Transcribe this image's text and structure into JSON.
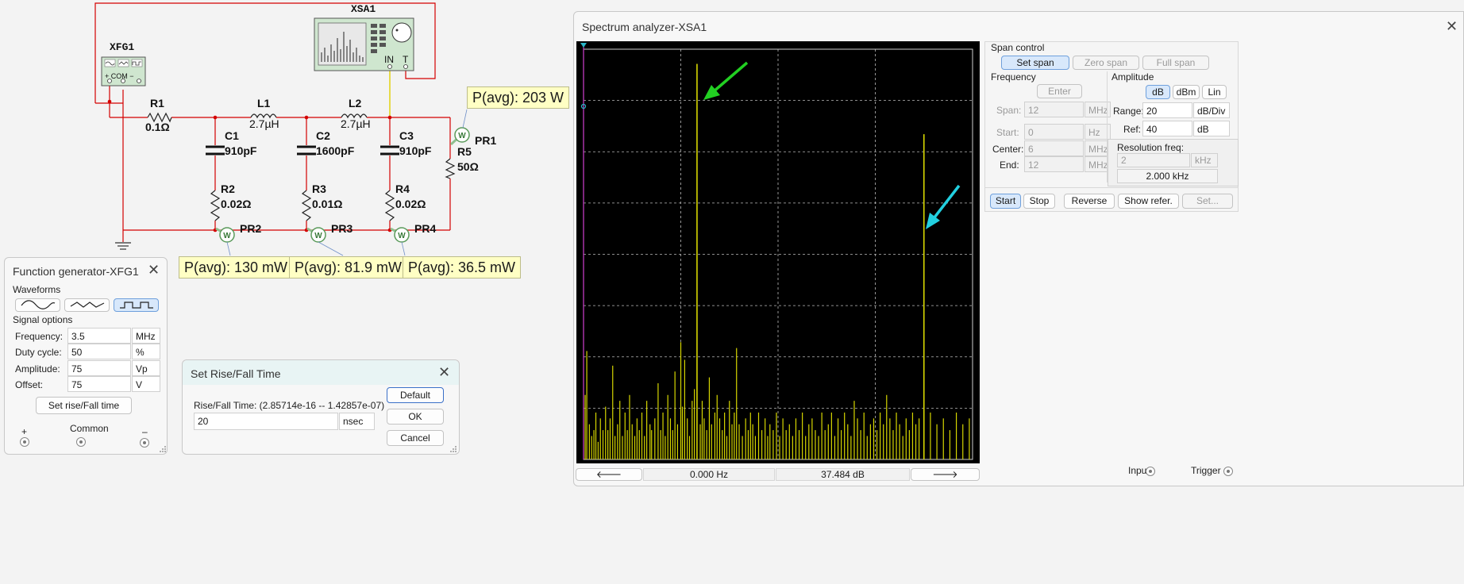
{
  "schematic": {
    "xfg_label": "XFG1",
    "xsa_label": "XSA1",
    "xfg_terminals": "+ COM −",
    "xsa_in": "IN",
    "xsa_t": "T",
    "components": [
      {
        "name": "R1",
        "value": "0.1Ω"
      },
      {
        "name": "L1",
        "value": "2.7µH"
      },
      {
        "name": "L2",
        "value": "2.7µH"
      },
      {
        "name": "C1",
        "value": "910pF"
      },
      {
        "name": "C2",
        "value": "1600pF"
      },
      {
        "name": "C3",
        "value": "910pF"
      },
      {
        "name": "R5",
        "value": "50Ω"
      },
      {
        "name": "R2",
        "value": "0.02Ω"
      },
      {
        "name": "R3",
        "value": "0.01Ω"
      },
      {
        "name": "R4",
        "value": "0.02Ω"
      }
    ],
    "probes": [
      {
        "name": "PR1",
        "reading": "P(avg): 203 W"
      },
      {
        "name": "PR2",
        "reading": "P(avg): 130 mW"
      },
      {
        "name": "PR3",
        "reading": "P(avg): 81.9 mW"
      },
      {
        "name": "PR4",
        "reading": "P(avg): 36.5 mW"
      }
    ],
    "probe_icon": "W"
  },
  "function_generator": {
    "title": "Function generator-XFG1",
    "waveforms_label": "Waveforms",
    "waveforms": [
      {
        "icon": "sine-wave-icon",
        "selected": false
      },
      {
        "icon": "triangle-wave-icon",
        "selected": false
      },
      {
        "icon": "square-wave-icon",
        "selected": true
      }
    ],
    "signal_options_label": "Signal options",
    "fields": [
      {
        "label": "Frequency:",
        "value": "3.5",
        "unit": "MHz"
      },
      {
        "label": "Duty cycle:",
        "value": "50",
        "unit": "%"
      },
      {
        "label": "Amplitude:",
        "value": "75",
        "unit": "Vp"
      },
      {
        "label": "Offset:",
        "value": "75",
        "unit": "V"
      }
    ],
    "rise_fall_button": "Set rise/Fall time",
    "terminals": {
      "plus": "+",
      "common": "Common",
      "minus": "–"
    }
  },
  "rise_fall_dialog": {
    "title": "Set Rise/Fall Time",
    "range_text": "Rise/Fall Time: (2.85714e-16 -- 1.42857e-07)",
    "value": "20",
    "unit": "nsec",
    "buttons": {
      "default": "Default",
      "ok": "OK",
      "cancel": "Cancel"
    }
  },
  "spectrum_analyzer": {
    "title": "Spectrum analyzer-XSA1",
    "span_control": {
      "label": "Span control",
      "set_span": "Set span",
      "zero_span": "Zero span",
      "full_span": "Full span"
    },
    "frequency": {
      "label": "Frequency",
      "enter": "Enter",
      "span": {
        "label": "Span:",
        "value": "12",
        "unit": "MHz"
      },
      "start": {
        "label": "Start:",
        "value": "0",
        "unit": "Hz"
      },
      "center": {
        "label": "Center:",
        "value": "6",
        "unit": "MHz"
      },
      "end": {
        "label": "End:",
        "value": "12",
        "unit": "MHz"
      }
    },
    "amplitude": {
      "label": "Amplitude",
      "db": "dB",
      "dbm": "dBm",
      "lin": "Lin",
      "range": {
        "label": "Range:",
        "value": "20",
        "unit": "dB/Div"
      },
      "ref": {
        "label": "Ref:",
        "value": "40",
        "unit": "dB"
      }
    },
    "resolution": {
      "label": "Resolution freq:",
      "value": "2",
      "unit": "kHz",
      "display": "2.000 kHz"
    },
    "buttons": {
      "start": "Start",
      "stop": "Stop",
      "reverse": "Reverse",
      "show_ref": "Show refer.",
      "set": "Set..."
    },
    "readout": {
      "freq": "0.000  Hz",
      "level": "37.484  dB"
    },
    "nav": {
      "left": "left-arrow-icon",
      "right": "right-arrow-icon"
    },
    "io": {
      "input": "Input",
      "trigger": "Trigger"
    },
    "colors": {
      "trace": "#d6d600",
      "screen": "#000000",
      "grid": "#bbbbbb",
      "cursor": "#d040d0",
      "arrow1": "#22d022",
      "arrow2": "#22d0e0"
    }
  },
  "chart_data": {
    "type": "bar",
    "x_unit": "MHz",
    "y_unit": "dB",
    "xlim": [
      0,
      12
    ],
    "ylim": [
      -100,
      40
    ],
    "major_peaks": [
      {
        "x": 3.5,
        "y": 35
      },
      {
        "x": 10.5,
        "y": 11
      }
    ],
    "components": [
      [
        0.05,
        -78
      ],
      [
        0.1,
        -63
      ],
      [
        0.18,
        -88
      ],
      [
        0.25,
        -92
      ],
      [
        0.32,
        -90
      ],
      [
        0.38,
        -84
      ],
      [
        0.45,
        -94
      ],
      [
        0.52,
        -86
      ],
      [
        0.6,
        -90
      ],
      [
        0.68,
        -82
      ],
      [
        0.75,
        -90
      ],
      [
        0.82,
        -86
      ],
      [
        0.9,
        -68
      ],
      [
        0.97,
        -92
      ],
      [
        1.05,
        -88
      ],
      [
        1.12,
        -80
      ],
      [
        1.2,
        -92
      ],
      [
        1.28,
        -84
      ],
      [
        1.35,
        -90
      ],
      [
        1.42,
        -78
      ],
      [
        1.5,
        -88
      ],
      [
        1.58,
        -92
      ],
      [
        1.65,
        -86
      ],
      [
        1.72,
        -90
      ],
      [
        1.8,
        -84
      ],
      [
        1.88,
        -92
      ],
      [
        1.95,
        -80
      ],
      [
        2.05,
        -88
      ],
      [
        2.1,
        -90
      ],
      [
        2.2,
        -86
      ],
      [
        2.3,
        -74
      ],
      [
        2.38,
        -90
      ],
      [
        2.45,
        -84
      ],
      [
        2.52,
        -92
      ],
      [
        2.6,
        -78
      ],
      [
        2.68,
        -86
      ],
      [
        2.75,
        -90
      ],
      [
        2.82,
        -70
      ],
      [
        2.9,
        -88
      ],
      [
        3.0,
        -60
      ],
      [
        3.05,
        -82
      ],
      [
        3.12,
        -66
      ],
      [
        3.2,
        -86
      ],
      [
        3.27,
        -92
      ],
      [
        3.35,
        -80
      ],
      [
        3.42,
        -76
      ],
      [
        3.6,
        -88
      ],
      [
        3.66,
        -80
      ],
      [
        3.72,
        -86
      ],
      [
        3.8,
        -90
      ],
      [
        3.88,
        -72
      ],
      [
        3.95,
        -88
      ],
      [
        4.05,
        -84
      ],
      [
        4.12,
        -78
      ],
      [
        4.2,
        -86
      ],
      [
        4.28,
        -90
      ],
      [
        4.35,
        -84
      ],
      [
        4.42,
        -92
      ],
      [
        4.5,
        -80
      ],
      [
        4.58,
        -88
      ],
      [
        4.65,
        -84
      ],
      [
        4.72,
        -62
      ],
      [
        4.8,
        -88
      ],
      [
        4.9,
        -92
      ],
      [
        5.0,
        -86
      ],
      [
        5.08,
        -90
      ],
      [
        5.15,
        -84
      ],
      [
        5.22,
        -88
      ],
      [
        5.3,
        -92
      ],
      [
        5.4,
        -84
      ],
      [
        5.5,
        -90
      ],
      [
        5.6,
        -86
      ],
      [
        5.68,
        -92
      ],
      [
        5.75,
        -88
      ],
      [
        5.85,
        -90
      ],
      [
        5.95,
        -84
      ],
      [
        6.05,
        -92
      ],
      [
        6.15,
        -86
      ],
      [
        6.25,
        -90
      ],
      [
        6.35,
        -88
      ],
      [
        6.45,
        -92
      ],
      [
        6.55,
        -86
      ],
      [
        6.65,
        -90
      ],
      [
        6.75,
        -84
      ],
      [
        6.85,
        -92
      ],
      [
        6.95,
        -88
      ],
      [
        7.05,
        -86
      ],
      [
        7.15,
        -90
      ],
      [
        7.25,
        -92
      ],
      [
        7.35,
        -84
      ],
      [
        7.45,
        -90
      ],
      [
        7.55,
        -88
      ],
      [
        7.65,
        -84
      ],
      [
        7.75,
        -92
      ],
      [
        7.85,
        -86
      ],
      [
        7.95,
        -90
      ],
      [
        8.05,
        -84
      ],
      [
        8.15,
        -88
      ],
      [
        8.25,
        -92
      ],
      [
        8.35,
        -80
      ],
      [
        8.45,
        -86
      ],
      [
        8.55,
        -90
      ],
      [
        8.65,
        -84
      ],
      [
        8.75,
        -92
      ],
      [
        8.85,
        -88
      ],
      [
        8.95,
        -86
      ],
      [
        9.05,
        -90
      ],
      [
        9.15,
        -84
      ],
      [
        9.25,
        -88
      ],
      [
        9.35,
        -78
      ],
      [
        9.45,
        -86
      ],
      [
        9.55,
        -90
      ],
      [
        9.65,
        -84
      ],
      [
        9.75,
        -88
      ],
      [
        9.85,
        -92
      ],
      [
        9.95,
        -86
      ],
      [
        10.05,
        -90
      ],
      [
        10.15,
        -84
      ],
      [
        10.25,
        -88
      ],
      [
        10.35,
        -86
      ],
      [
        10.7,
        -84
      ],
      [
        10.9,
        -88
      ],
      [
        11.1,
        -86
      ],
      [
        11.3,
        -90
      ],
      [
        11.5,
        -84
      ],
      [
        11.7,
        -88
      ],
      [
        11.9,
        -86
      ]
    ]
  }
}
